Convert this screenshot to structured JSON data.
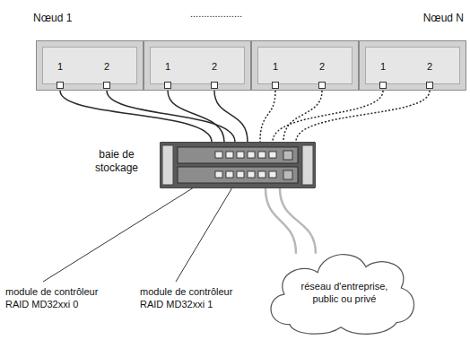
{
  "diagram": {
    "nodes": [
      {
        "text": [
          "Nœud 1",
          "1",
          "2"
        ]
      },
      {
        "text": [
          "1",
          "2"
        ]
      },
      {
        "text": [
          "1",
          "2"
        ]
      },
      {
        "text": [
          "Nœud N",
          "1",
          "2"
        ]
      },
      {
        "text": [
          "baie de stockage"
        ]
      },
      {
        "text": [
          "réseau d'entreprise, public ou privé"
        ]
      }
    ],
    "edges": [
      {
        "from": 0,
        "to": 4,
        "arrow": "none"
      },
      {
        "from": 0,
        "to": 4,
        "arrow": "none"
      },
      {
        "from": 1,
        "to": 4,
        "arrow": "none"
      },
      {
        "from": 1,
        "to": 4,
        "arrow": "none"
      },
      {
        "from": 2,
        "to": 4,
        "arrow": "none"
      },
      {
        "from": 2,
        "to": 4,
        "arrow": "none"
      },
      {
        "from": 3,
        "to": 4,
        "arrow": "none"
      },
      {
        "from": 3,
        "to": 4,
        "arrow": "none"
      },
      {
        "from": 4,
        "to": 5,
        "arrow": "none"
      },
      {
        "from": 4,
        "to": 5,
        "arrow": "none"
      }
    ],
    "labels": [
      "...................",
      "module de contrôleur RAID MD32xxi 0",
      "module de contrôleur RAID MD32xxi 1"
    ]
  }
}
